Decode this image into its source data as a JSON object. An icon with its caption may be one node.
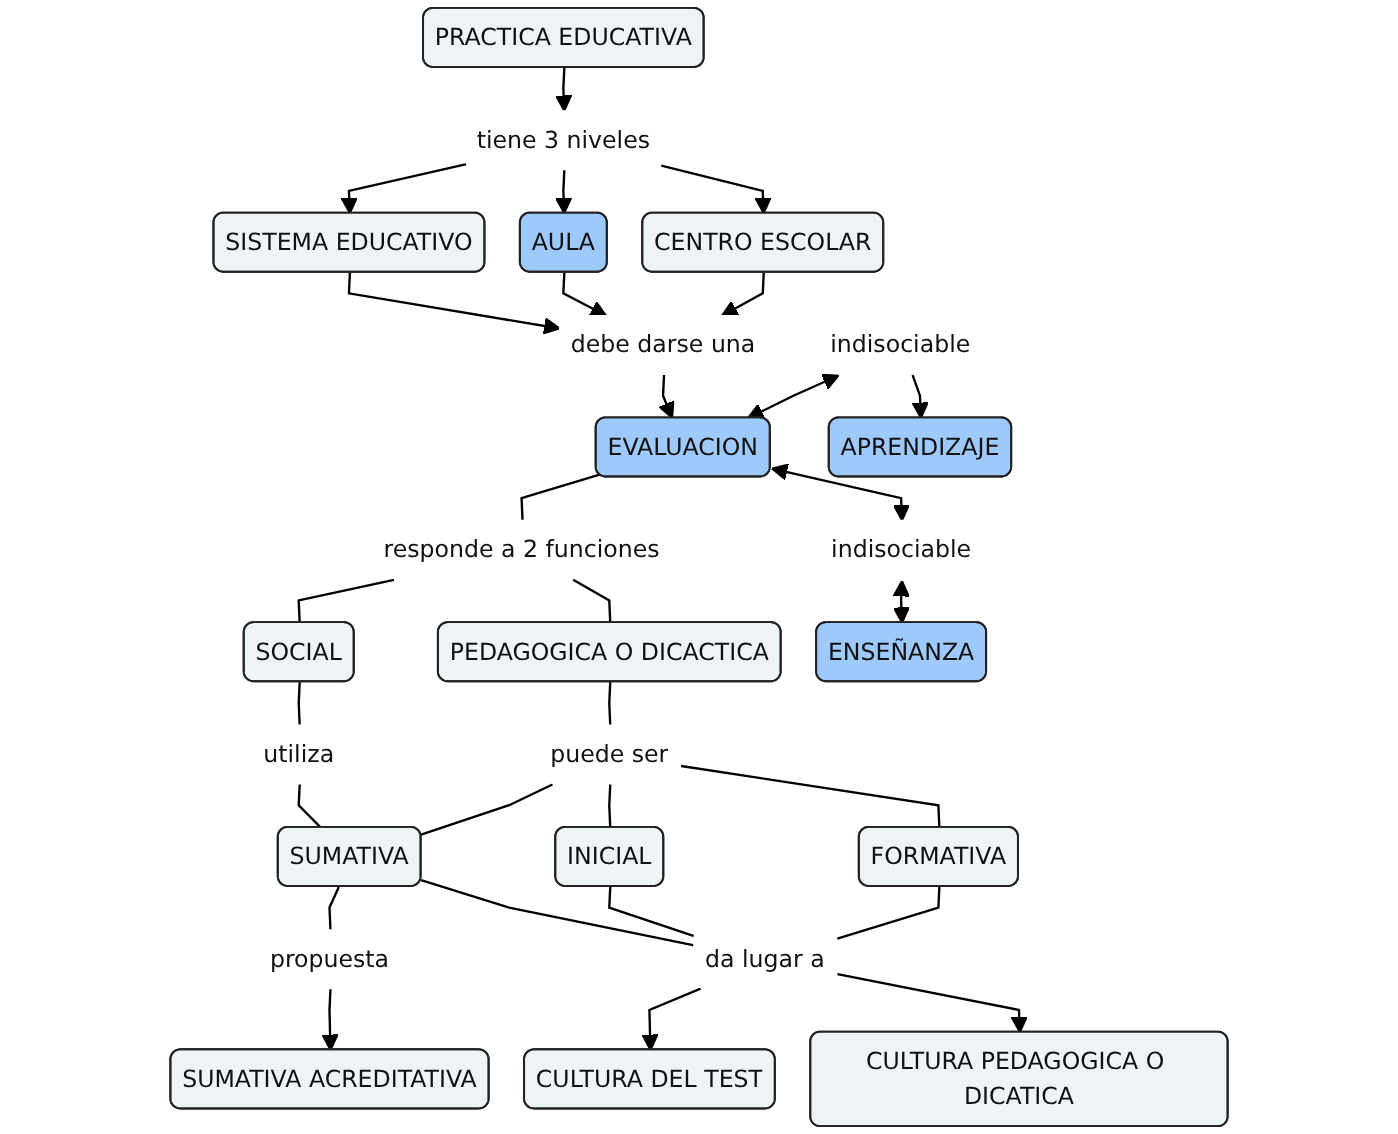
{
  "diagram": {
    "nodes": [
      {
        "text": [
          "PRACTICA EDUCATIVA"
        ]
      },
      {
        "text": [
          "tiene 3 niveles"
        ]
      },
      {
        "text": [
          "SISTEMA EDUCATIVO"
        ]
      },
      {
        "text": [
          "AULA"
        ]
      },
      {
        "text": [
          "CENTRO ESCOLAR"
        ]
      },
      {
        "text": [
          "debe darse una"
        ]
      },
      {
        "text": [
          "APRENDIZAJE"
        ]
      },
      {
        "text": [
          "indisociable"
        ]
      },
      {
        "text": [
          "EVALUACION"
        ]
      },
      {
        "text": [
          "indisociable"
        ]
      },
      {
        "text": [
          "ENSEÑANZA"
        ]
      },
      {
        "text": [
          "responde a 2 funciones"
        ]
      },
      {
        "text": [
          "SOCIAL"
        ]
      },
      {
        "text": [
          "PEDAGOGICA O DICACTICA"
        ]
      },
      {
        "text": [
          "utiliza"
        ]
      },
      {
        "text": [
          "puede ser"
        ]
      },
      {
        "text": [
          "SUMATIVA ACREDITATIVA"
        ]
      },
      {
        "text": [
          "propuesta"
        ]
      },
      {
        "text": [
          "SUMATIVA"
        ]
      },
      {
        "text": [
          "INICIAL"
        ]
      },
      {
        "text": [
          "FORMATIVA"
        ]
      },
      {
        "text": [
          "da lugar a"
        ]
      },
      {
        "text": [
          "CULTURA DEL TEST"
        ]
      },
      {
        "text": [
          "CULTURA PEDAGOGICA O DICATICA"
        ]
      }
    ],
    "edges": [
      {
        "from": 0,
        "to": 1,
        "arrow": "to"
      },
      {
        "from": 1,
        "to": 2,
        "arrow": "to"
      },
      {
        "from": 1,
        "to": 3,
        "arrow": "to"
      },
      {
        "from": 1,
        "to": 4,
        "arrow": "to"
      },
      {
        "from": 2,
        "to": 5,
        "arrow": "to"
      },
      {
        "from": 3,
        "to": 5,
        "arrow": "to"
      },
      {
        "from": 4,
        "to": 5,
        "arrow": "to"
      },
      {
        "from": 5,
        "to": 8,
        "arrow": "to"
      },
      {
        "from": 7,
        "to": 6,
        "arrow": "to"
      },
      {
        "from": 7,
        "to": 8,
        "arrow": "both"
      },
      {
        "from": 8,
        "to": 9,
        "arrow": "both"
      },
      {
        "from": 9,
        "to": 10,
        "arrow": "both"
      },
      {
        "from": 8,
        "to": 11,
        "arrow": "none"
      },
      {
        "from": 11,
        "to": 12,
        "arrow": "none"
      },
      {
        "from": 11,
        "to": 13,
        "arrow": "none"
      },
      {
        "from": 12,
        "to": 14,
        "arrow": "none"
      },
      {
        "from": 14,
        "to": 18,
        "arrow": "none"
      },
      {
        "from": 13,
        "to": 15,
        "arrow": "none"
      },
      {
        "from": 15,
        "to": 18,
        "arrow": "none"
      },
      {
        "from": 15,
        "to": 19,
        "arrow": "none"
      },
      {
        "from": 15,
        "to": 20,
        "arrow": "none"
      },
      {
        "from": 18,
        "to": 17,
        "arrow": "none"
      },
      {
        "from": 17,
        "to": 16,
        "arrow": "to"
      },
      {
        "from": 18,
        "to": 21,
        "arrow": "none"
      },
      {
        "from": 19,
        "to": 21,
        "arrow": "none"
      },
      {
        "from": 20,
        "to": 21,
        "arrow": "none"
      },
      {
        "from": 21,
        "to": 22,
        "arrow": "to"
      },
      {
        "from": 21,
        "to": 23,
        "arrow": "to"
      }
    ]
  }
}
